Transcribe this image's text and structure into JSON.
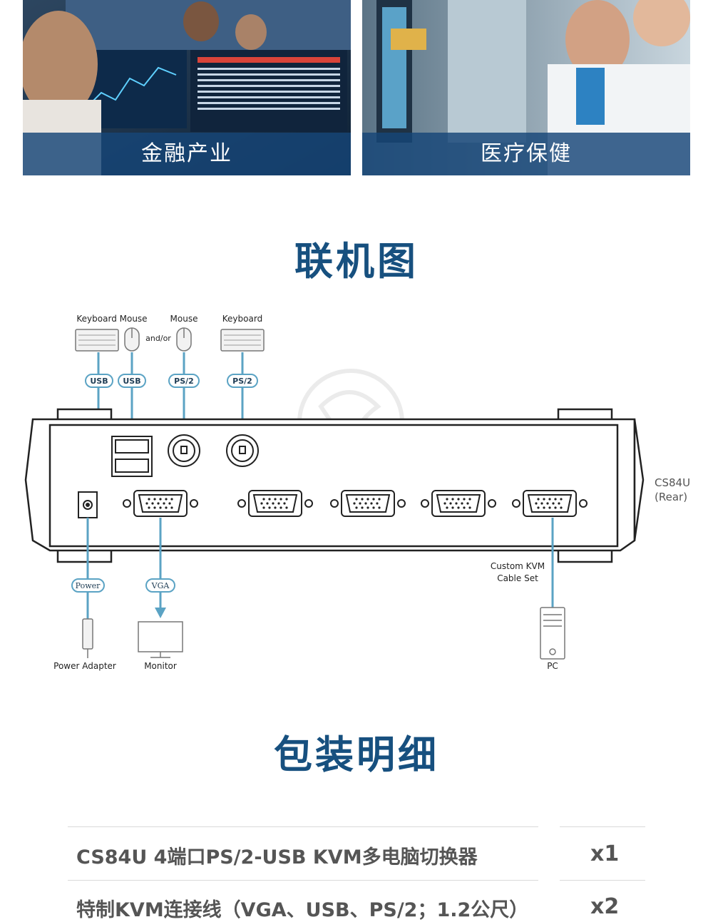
{
  "banners": [
    {
      "caption": "金融产业"
    },
    {
      "caption": "医疗保健"
    }
  ],
  "connection_section": {
    "title": "联机图",
    "device_label_1": "CS84U",
    "device_label_2": "(Rear)",
    "top_labels": {
      "keyboard_mouse": "Keyboard Mouse",
      "mouse": "Mouse",
      "keyboard": "Keyboard",
      "and_or": "and/or"
    },
    "tags": {
      "usb_1": "USB",
      "usb_2": "USB",
      "ps2_mouse": "PS/2",
      "ps2_keyboard": "PS/2",
      "power": "Power",
      "vga": "VGA"
    },
    "bottom_labels": {
      "power_adapter": "Power Adapter",
      "monitor": "Monitor",
      "pc": "PC",
      "cable_set_line1": "Custom KVM",
      "cable_set_line2": "Cable Set"
    },
    "colors": {
      "accent": "#5ba3c4",
      "outline": "#222222",
      "title": "#17507f"
    }
  },
  "package_section": {
    "title": "包装明细",
    "items": [
      {
        "name": "CS84U 4端口PS/2-USB KVM多电脑切换器",
        "qty": "x1"
      },
      {
        "name": "特制KVM连接线（VGA、USB、PS/2；1.2公尺）",
        "qty": "x2"
      }
    ]
  }
}
